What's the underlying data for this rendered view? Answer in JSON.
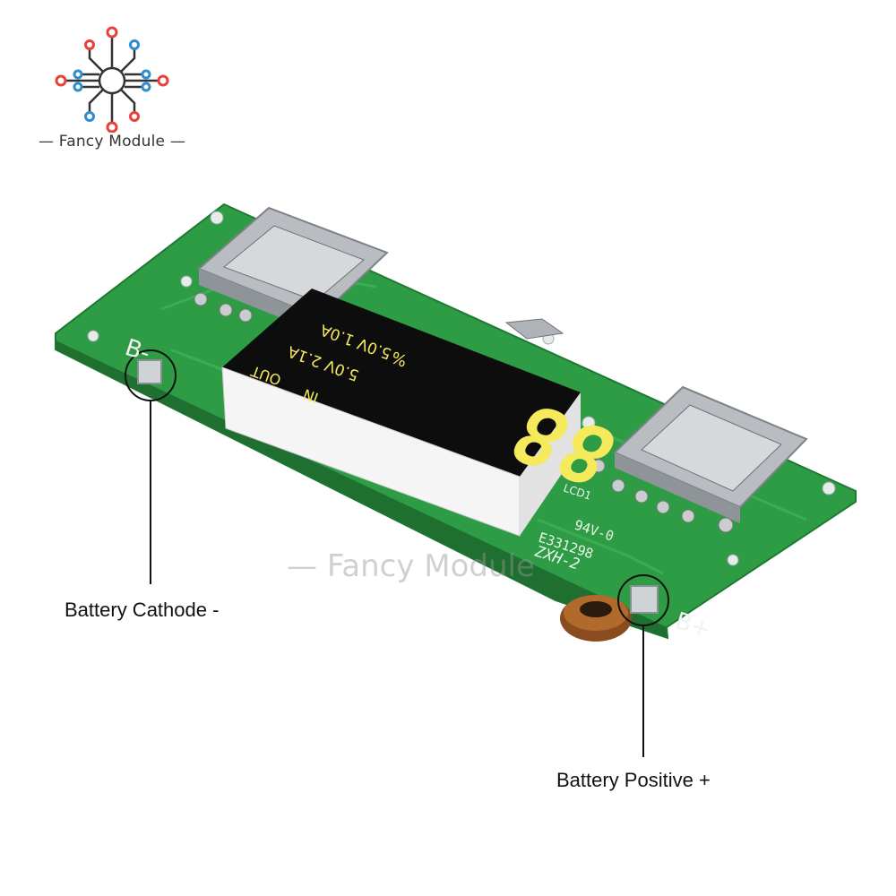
{
  "brand": {
    "logo_icon": "circuit-board-logo-icon",
    "name": "Fancy Module",
    "watermark": "Fancy Module",
    "colors": {
      "red": "#e8413a",
      "blue": "#2f8ccd",
      "dark": "#333333"
    }
  },
  "board": {
    "pad_labels": {
      "negative": "B-",
      "positive": "B+"
    },
    "display": {
      "labels": [
        "5.0V 1.0A",
        "5.0V 2.1A",
        "OUT",
        "IN",
        "%"
      ],
      "digits": "88",
      "digit_color": "#f4ea5c"
    },
    "silkscreen": [
      "LCD1",
      "94V-0",
      "E331298",
      "ZXH-2"
    ],
    "pcb_color": "#2e9b45"
  },
  "callouts": {
    "cathode": "Battery Cathode -",
    "positive": "Battery Positive +"
  }
}
